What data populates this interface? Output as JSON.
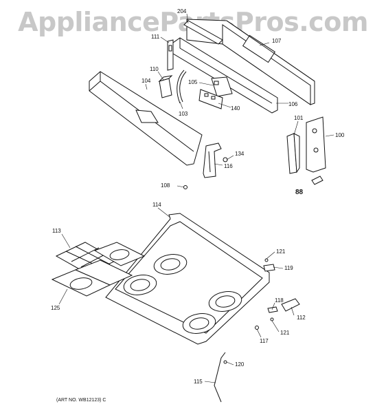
{
  "watermark": "AppliancePartsPros.com",
  "art_number": "(ART NO. WB12123) C",
  "callouts": {
    "p204": "204",
    "p111": "111",
    "p107": "107",
    "p110": "110",
    "p104": "104",
    "p105": "105",
    "p103": "103",
    "p140": "140",
    "p106": "106",
    "p101": "101",
    "p100": "100",
    "p134": "134",
    "p116": "116",
    "p108": "108",
    "p88": "88",
    "p114": "114",
    "p113": "113",
    "p125": "125",
    "p121a": "121",
    "p119": "119",
    "p118": "118",
    "p112": "112",
    "p121b": "121",
    "p117": "117",
    "p120": "120",
    "p115": "115"
  }
}
